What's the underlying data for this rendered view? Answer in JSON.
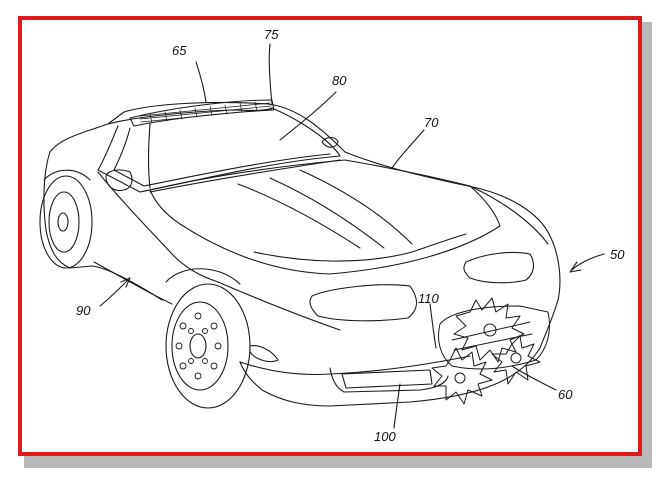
{
  "colors": {
    "frame_border": "#e01b1b",
    "frame_shadow": "#b9b9b9",
    "line_art": "#1a1a1a",
    "background": "#ffffff"
  },
  "figure": {
    "subject": "patent line drawing of sports car with rotating blade assembly on front bumper",
    "reference_labels": {
      "r50": "50",
      "r60": "60",
      "r65": "65",
      "r70": "70",
      "r75": "75",
      "r80": "80",
      "r90": "90",
      "r100": "100",
      "r110": "110"
    }
  }
}
